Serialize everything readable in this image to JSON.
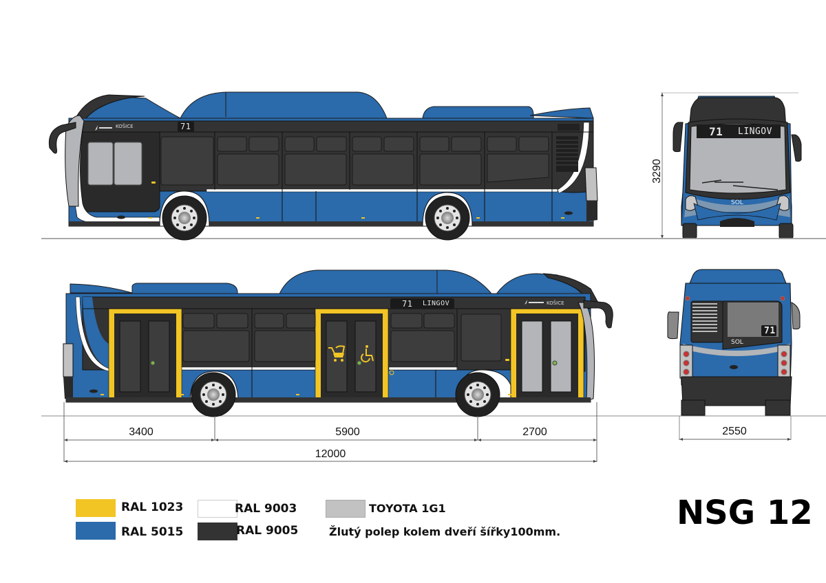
{
  "title": "NSG 12",
  "colors": {
    "yellow": "#f2c525",
    "blue": "#2b6aab",
    "white": "#ffffff",
    "black": "#333333",
    "grey": "#c2c2c2",
    "glass": "#b3b5b8",
    "dark_window": "#3c3c3c"
  },
  "views": {
    "left_side": {
      "route_sign": "71",
      "logo_text": "KOŠICE"
    },
    "front": {
      "route_number": "71",
      "destination": "LINGOV",
      "height_dimension": "3290",
      "brand_badge": "SOL"
    },
    "right_side": {
      "route_number": "71",
      "destination": "LINGOV",
      "logo_text": "KOŠICE",
      "dimensions": {
        "front_overhang": "3400",
        "wheelbase": "5900",
        "rear_overhang": "2700",
        "total_length": "12000"
      }
    },
    "rear": {
      "route_number": "71",
      "width_dimension": "2550",
      "brand_badge": "SOL"
    }
  },
  "legend": {
    "items": [
      {
        "label": "RAL 1023",
        "color": "#f2c525"
      },
      {
        "label": "RAL 5015",
        "color": "#2b6aab"
      },
      {
        "label": "RAL 9003",
        "color": "#ffffff"
      },
      {
        "label": "RAL 9005",
        "color": "#333333"
      },
      {
        "label": "TOYOTA 1G1",
        "color": "#c2c2c2"
      }
    ],
    "note": "Žlutý polep kolem dveří šířky100mm."
  }
}
